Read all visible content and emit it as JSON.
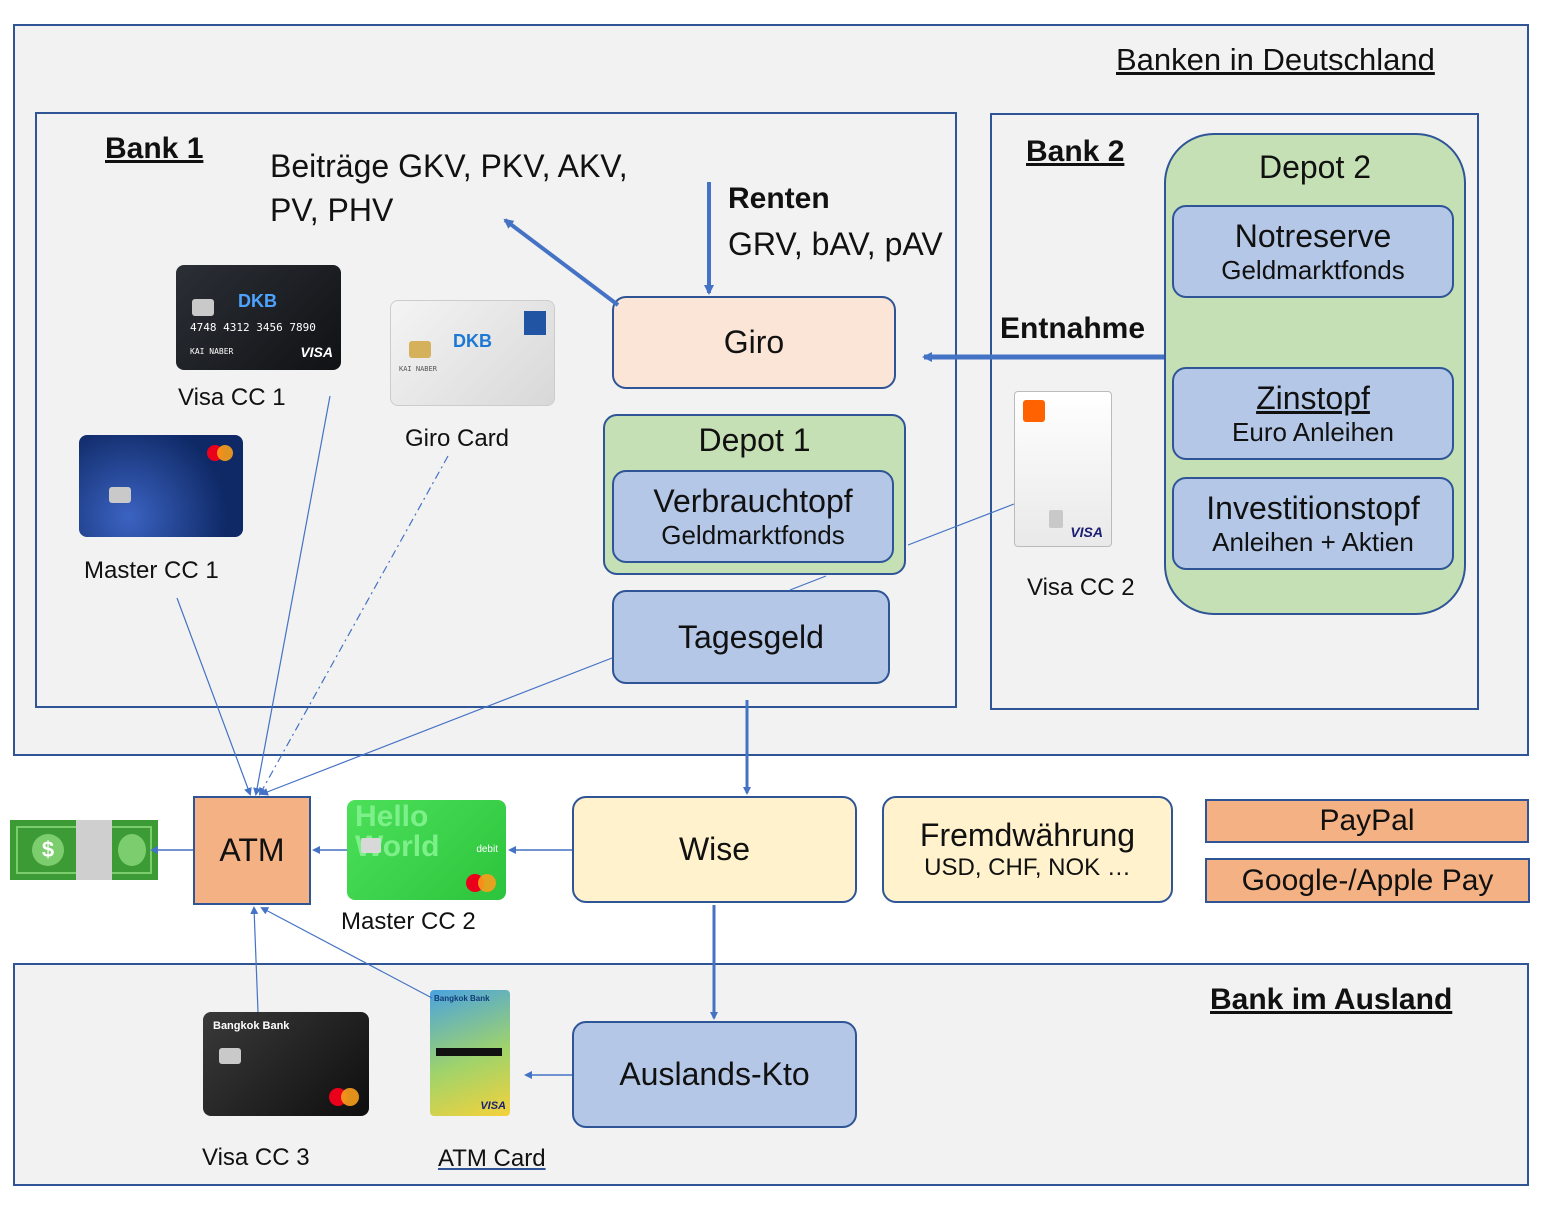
{
  "regions": {
    "germany_title": "Banken in Deutschland",
    "abroad_title": "Bank im Ausland"
  },
  "bank1": {
    "title": "Bank 1",
    "contributions": "Beiträge GKV, PKV, AKV,",
    "contributions_2": "PV, PHV",
    "pensions_title": "Renten",
    "pensions_sub": "GRV, bAV, pAV",
    "giro": "Giro",
    "depot1": "Depot 1",
    "verbrauch_title": "Verbrauchtopf",
    "verbrauch_sub": "Geldmarktfonds",
    "tagesgeld": "Tagesgeld"
  },
  "bank2": {
    "title": "Bank 2",
    "depot2": "Depot 2",
    "notreserve_title": "Notreserve",
    "notreserve_sub": "Geldmarktfonds",
    "zinstopf_title": "Zinstopf",
    "zinstopf_sub": "Euro Anleihen",
    "invest_title": "Investitionstopf",
    "invest_sub": "Anleihen + Aktien",
    "withdrawal": "Entnahme"
  },
  "cards": {
    "visa_cc1": "Visa CC 1",
    "giro_card": "Giro Card",
    "master_cc1": "Master CC 1",
    "visa_cc2": "Visa CC 2",
    "master_cc2": "Master CC 2",
    "visa_cc3": "Visa CC 3",
    "atm_card": "ATM Card"
  },
  "card_faces": {
    "dkb_brand": "DKB",
    "dkb_number": "4748 4312 3456 7890",
    "dkb_name": "KAI NABER",
    "visa": "VISA",
    "hello_world": "Hello World",
    "debit": "debit",
    "bangkok_bank": "Bangkok Bank"
  },
  "middle": {
    "atm": "ATM",
    "wise": "Wise",
    "fx_title": "Fremdwährung",
    "fx_sub": "USD, CHF, NOK …",
    "paypal": "PayPal",
    "google_apple": "Google-/Apple Pay",
    "cash_symbol": "$"
  },
  "abroad": {
    "account": "Auslands-Kto"
  },
  "colors": {
    "border": "#2f5597",
    "blue_box": "#b4c7e7",
    "green_box": "#c5e0b4",
    "peach_box": "#fbe5d6",
    "cream_box": "#fff2cc",
    "orange_box": "#f4b183",
    "arrow": "#4472c4"
  }
}
